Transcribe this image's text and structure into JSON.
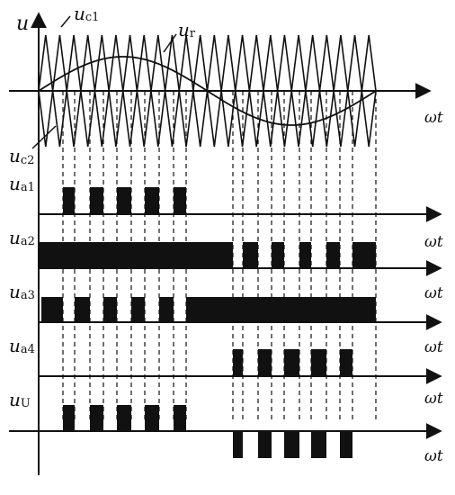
{
  "labels": {
    "u": "u",
    "uc1_main": "u",
    "uc1_sub": "c1",
    "ur_main": "u",
    "ur_sub": "r",
    "uc2_main": "u",
    "uc2_sub": "c2",
    "ua1_main": "u",
    "ua1_sub": "a1",
    "ua2_main": "u",
    "ua2_sub": "a2",
    "ua3_main": "u",
    "ua3_sub": "a3",
    "ua4_main": "u",
    "ua4_sub": "a4",
    "uu_main": "u",
    "uu_sub": "U",
    "wt": "ωt"
  },
  "colors": {
    "ink": "#111111",
    "background": "#ffffff"
  }
}
